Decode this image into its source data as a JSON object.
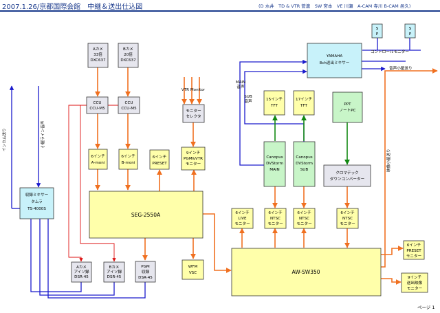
{
  "header": {
    "title": "2007.1.26/京都国際会館　中継＆送出仕込図",
    "credits": "(D 水井　TD & VTR 菅邊　SW 宮本　VE 川瀬　A-CAM 寺川 B-CAM 邑久)"
  },
  "footer": {
    "page": "ページ 1"
  },
  "colors": {
    "orange": "#f07020",
    "blue": "#1a1acc",
    "red": "#dd1111",
    "green": "#118811",
    "yellow": "#ffffaa",
    "gray": "#e6e6ee",
    "cyan": "#c8f2fa",
    "lightgreen": "#c8f5c8"
  },
  "nodes": {
    "cam_a": {
      "lines": [
        "Aカメ",
        "33倍",
        "DXC637"
      ]
    },
    "cam_b": {
      "lines": [
        "Bカメ",
        "20倍",
        "DXC637"
      ]
    },
    "ccu_a": {
      "lines": [
        "CCU",
        "CCU-M5"
      ]
    },
    "ccu_b": {
      "lines": [
        "CCU",
        "CCU-M5"
      ]
    },
    "mon_a": {
      "lines": [
        "6インチ",
        "A-moni"
      ]
    },
    "mon_b": {
      "lines": [
        "6インチ",
        "B-moni"
      ]
    },
    "mon_preset": {
      "lines": [
        "6インチ",
        "PRESET"
      ]
    },
    "mon_pgm_vtr": {
      "lines": [
        "9インチ",
        "PGM&VTR",
        "モニター"
      ]
    },
    "vtr_monitor_label": "VTR Monitor",
    "monitor_selector": {
      "lines": [
        "モニター",
        "セレクタ"
      ]
    },
    "seg": {
      "label": "SEG-2550A"
    },
    "wfm": {
      "lines": [
        "WFM",
        "VSC"
      ]
    },
    "dsr_a": {
      "lines": [
        "Aカメ",
        "アイソ録",
        "DSR-45"
      ]
    },
    "dsr_b": {
      "lines": [
        "Bカメ",
        "アイソ録",
        "DSR-45"
      ]
    },
    "dsr_pgm": {
      "lines": [
        "PGM",
        "収録",
        "DSR-45"
      ]
    },
    "audio_mixer": {
      "lines": [
        "収録ミキサー",
        "タムラ",
        "TS-4000S"
      ]
    },
    "yamaha": {
      "lines": [
        "YAMAHA",
        "8ch送出ミキサー"
      ]
    },
    "speaker_left": {
      "lines": [
        "S",
        "P"
      ]
    },
    "speaker_right": {
      "lines": [
        "S",
        "P"
      ]
    },
    "tft_15": {
      "lines": [
        "15インチ",
        "TFT"
      ]
    },
    "tft_17": {
      "lines": [
        "17インチ",
        "TFT"
      ]
    },
    "ppt": {
      "lines": [
        "PPT",
        "ノートPC"
      ]
    },
    "canopus_main": {
      "lines": [
        "Canopus",
        "DVStorm",
        "MAIN"
      ]
    },
    "canopus_sub": {
      "lines": [
        "Canopus",
        "DVStorm",
        "SUB"
      ]
    },
    "down_converter": {
      "lines": [
        "クロマテック",
        "ダウンコンバーター"
      ]
    },
    "mon_live": {
      "lines": [
        "6インチ",
        "LIVE",
        "モニター"
      ]
    },
    "mon_ntsc_1": {
      "lines": [
        "6インチ",
        "NTSC",
        "モニター"
      ]
    },
    "mon_ntsc_2": {
      "lines": [
        "6インチ",
        "NTSC",
        "モニター"
      ]
    },
    "mon_ntsc_3": {
      "lines": [
        "6インチ",
        "NTSC",
        "モニター"
      ]
    },
    "aw_sw": {
      "label": "AW-SW350"
    },
    "mon_preset_out": {
      "lines": [
        "6インチ",
        "PRESET",
        "モニター"
      ]
    },
    "mon_send_video": {
      "lines": [
        "9インチ",
        "送出映像",
        "モニター"
      ]
    }
  },
  "labels": {
    "intercom": "インカム送り",
    "small_room_audio": "小屋ライン音声",
    "control_monitor": "コントロールモニター",
    "audio_feed": "音声小屋送り",
    "main_audio": [
      "MAIN",
      "音声"
    ],
    "sub_audio": [
      "SUB",
      "音声"
    ],
    "video_feed": "映像小屋送り"
  }
}
